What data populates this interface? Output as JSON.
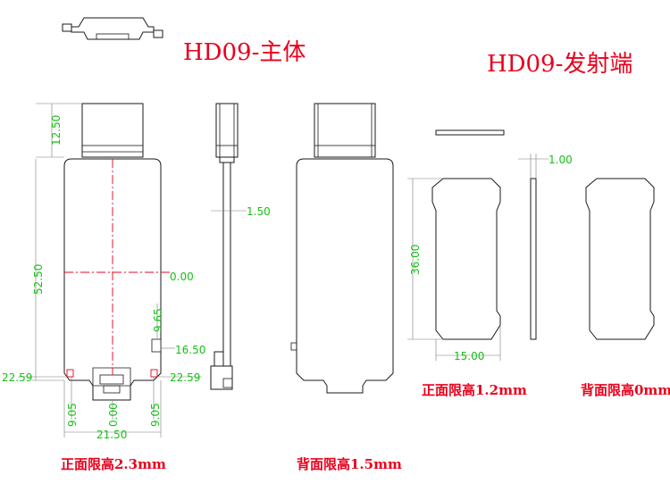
{
  "titles": {
    "main_body": "HD09-主体",
    "transmitter": "HD09-发射端"
  },
  "captions": {
    "front_main": "正面限高2.3mm",
    "back_main": "背面限高1.5mm",
    "front_tx": "正面限高1.2mm",
    "back_tx": "背面限高0mm"
  },
  "dimensions": {
    "connector_length": "12.50",
    "board_length": "52.50",
    "board_width": "21.50",
    "pad_left": "22.59",
    "pad_right": "22.59",
    "pad_left_height": "9.05",
    "pad_right_height": "9.05",
    "center_zero": "0.00",
    "origin": "0.00",
    "button_y": "9.65",
    "button_x": "16.50",
    "side_thickness": "1.50",
    "tx_thickness": "1.00",
    "tx_length": "36.00",
    "tx_width": "15.00"
  },
  "colors": {
    "title": "#e8001c",
    "dimension": "#16c016",
    "outline": "#1a1a1a",
    "centerline": "#e8001c"
  }
}
